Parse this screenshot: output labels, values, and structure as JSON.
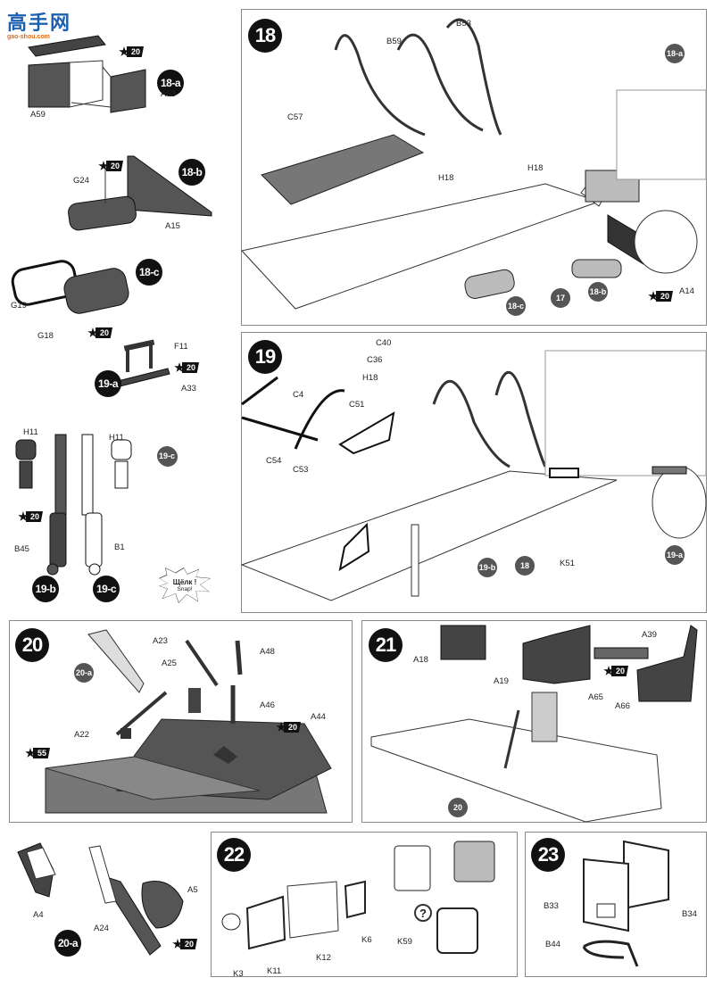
{
  "watermark": {
    "site_name": "高手网",
    "site_url": "gao-shou.com"
  },
  "paint_codes": {
    "c20": "20",
    "c55": "55"
  },
  "steps": {
    "s18": {
      "number": "18",
      "subassemblies": [
        {
          "id": "18-a",
          "parts": [
            "A59",
            "A53"
          ]
        },
        {
          "id": "18-b",
          "parts": [
            "G24",
            "A15"
          ]
        },
        {
          "id": "18-c",
          "parts": [
            "G19",
            "G18"
          ]
        }
      ],
      "parts": [
        "C57",
        "B59",
        "B53",
        "H18",
        "H18",
        "A14"
      ],
      "refs": [
        "18-a",
        "18-c",
        "17",
        "18-b"
      ]
    },
    "s19": {
      "number": "19",
      "subassemblies": [
        {
          "id": "19-a",
          "parts": [
            "F11",
            "A33"
          ]
        },
        {
          "id": "19-b",
          "parts": [
            "H11",
            "B45"
          ]
        },
        {
          "id": "19-c",
          "parts": [
            "H11",
            "B1"
          ]
        }
      ],
      "parts": [
        "C40",
        "C36",
        "H18",
        "C4",
        "C51",
        "C54",
        "C53",
        "K51"
      ],
      "refs": [
        "19-c",
        "19-b",
        "18",
        "19-a"
      ],
      "snap_label_ru": "Щёлк !",
      "snap_label_en": "Snap!"
    },
    "s20": {
      "number": "20",
      "parts": [
        "A23",
        "A48",
        "A25",
        "A46",
        "A44",
        "A22"
      ],
      "refs": [
        "20-a"
      ],
      "subassembly": {
        "id": "20-a",
        "parts": [
          "A4",
          "A5",
          "A24"
        ]
      }
    },
    "s21": {
      "number": "21",
      "parts": [
        "A18",
        "A39",
        "A19",
        "A65",
        "A66"
      ],
      "refs": [
        "20"
      ]
    },
    "s22": {
      "number": "22",
      "parts": [
        "K3",
        "K11",
        "K12",
        "K6",
        "K59"
      ],
      "question_mark": "?"
    },
    "s23": {
      "number": "23",
      "parts": [
        "B33",
        "B34",
        "B44"
      ]
    }
  }
}
